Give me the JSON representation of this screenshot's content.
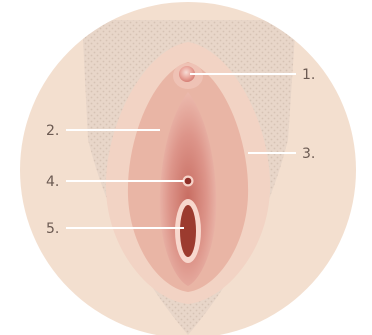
{
  "labels": [
    {
      "id": "1",
      "text": "1."
    },
    {
      "id": "2",
      "text": "2."
    },
    {
      "id": "3",
      "text": "3."
    },
    {
      "id": "4",
      "text": "4."
    },
    {
      "id": "5",
      "text": "5."
    }
  ],
  "colors": {
    "circle_background": "#f3dfcf",
    "pattern_fill": "#e8d6c9",
    "pattern_dot": "#d6c2b4",
    "outer_shape": "#f2d3c4",
    "mid_shape": "#e9b5a5",
    "inner_shape": "#d7877a",
    "opening": "#9c3b2f",
    "opening_rim": "#f8d7cd",
    "leader_line": "#ffffff",
    "label_text": "#6b5a52"
  }
}
